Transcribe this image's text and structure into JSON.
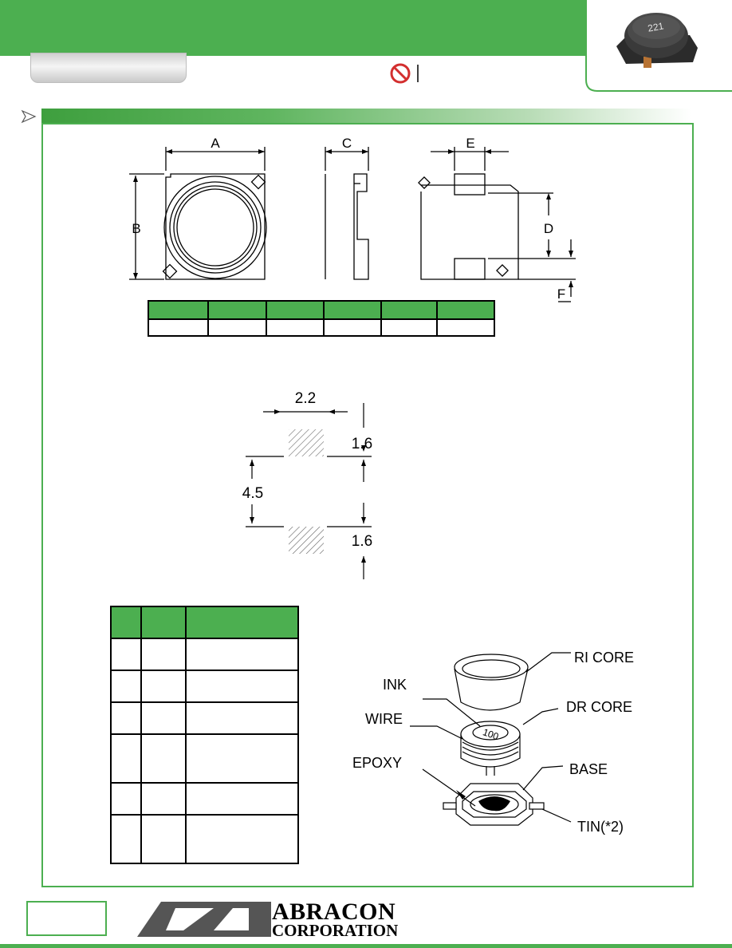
{
  "drawing_labels": {
    "a": "A",
    "b": "B",
    "c": "C",
    "d": "D",
    "e": "E",
    "f": "F"
  },
  "land_pattern": {
    "width": "2.2",
    "pad_height_top": "1.6",
    "gap": "4.5",
    "pad_height_bottom": "1.6"
  },
  "exploded_view": {
    "ri_core": "RI CORE",
    "ink": "INK",
    "dr_core": "DR CORE",
    "wire": "WIRE",
    "epoxy": "EPOXY",
    "base": "BASE",
    "tin": "TIN(*2)",
    "core_marking": "100"
  },
  "product_photo": {
    "marking": "221"
  },
  "logo": {
    "line1": "ABRACON",
    "line2": "CORPORATION"
  },
  "colors": {
    "accent": "#4CAF50",
    "warning": "#d32f2f"
  }
}
